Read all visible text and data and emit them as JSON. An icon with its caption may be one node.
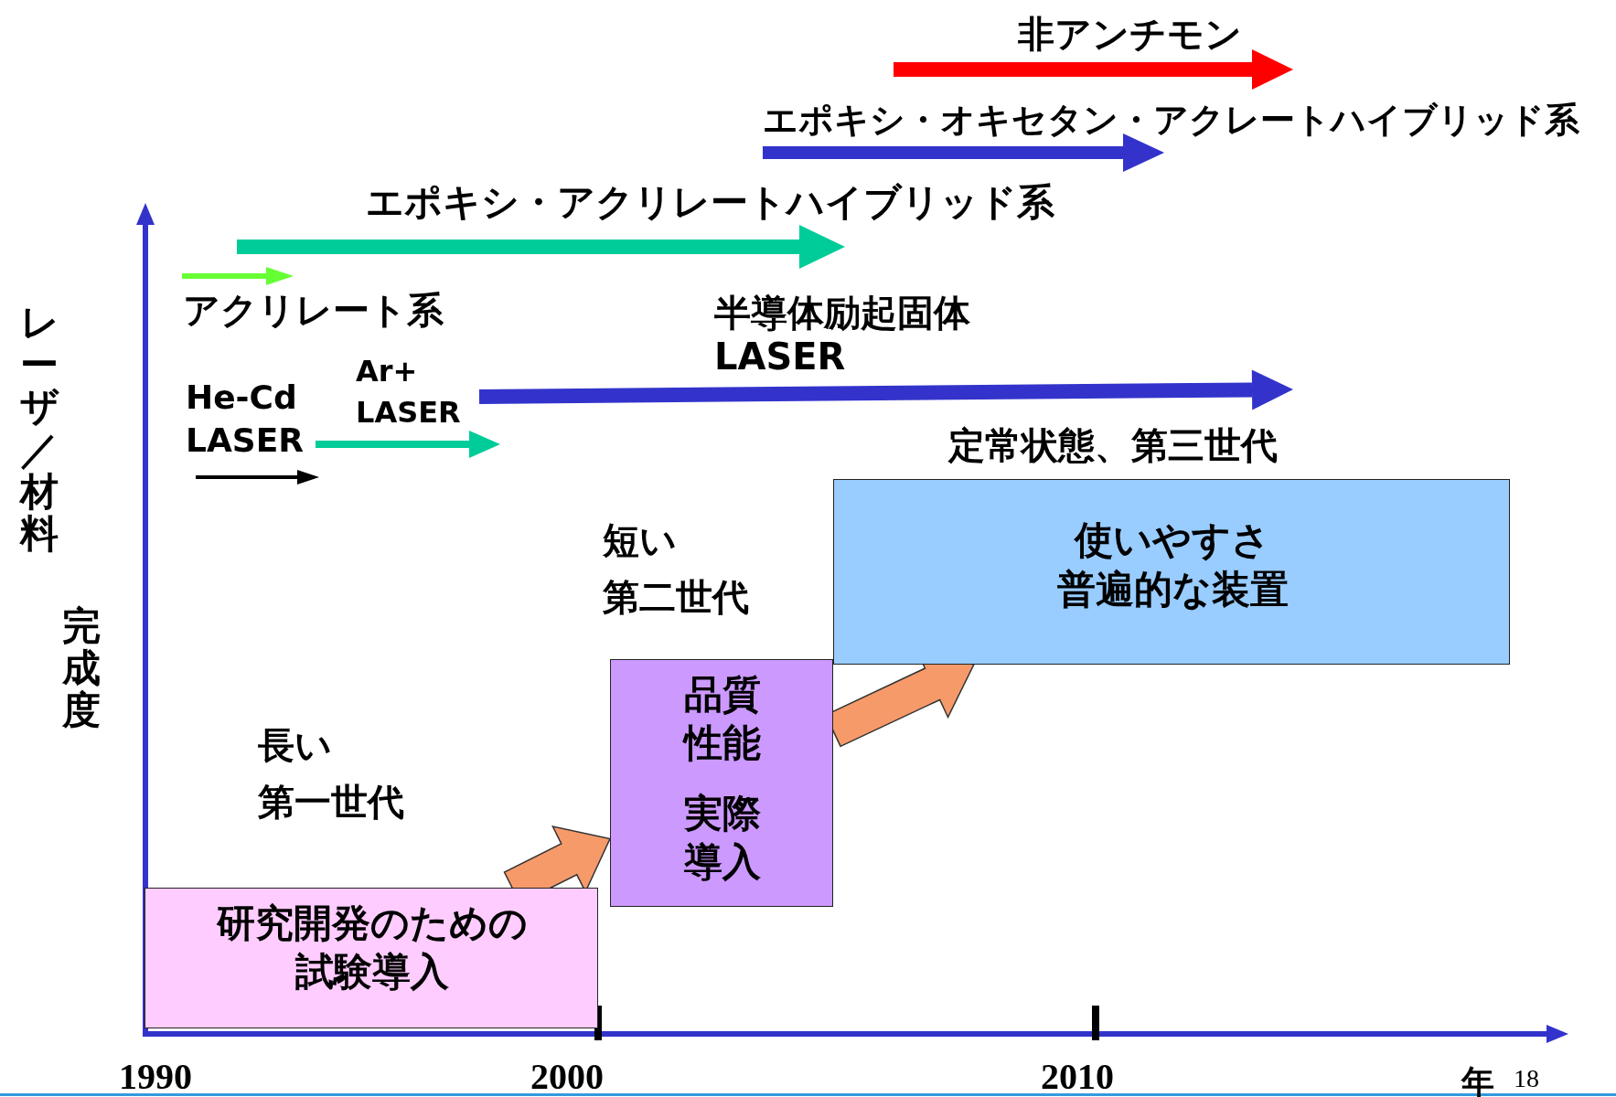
{
  "diagram": {
    "nodes": [
      {
        "text": [
          "研究開発のための試験導入"
        ],
        "beside": [
          "長い",
          "第一世代"
        ]
      },
      {
        "text": [
          "品質性能",
          "実際導入"
        ],
        "beside": [
          "短い",
          "第二世代"
        ]
      },
      {
        "text": [
          "使いやすさ",
          "普遍的な装置"
        ],
        "beside": [
          "定常状態、第三世代"
        ]
      }
    ],
    "edges": [
      {
        "from": 0,
        "to": 1,
        "arrow": "to",
        "style": "thick"
      },
      {
        "from": 1,
        "to": 2,
        "arrow": "to",
        "style": "thick"
      }
    ],
    "labels": [
      "非アンチモン",
      "エポキシ・オキセタン・アクレートハイブリッド系",
      "エポキシ・アクリレートハイブリッド系",
      "アクリレート系",
      "半導体励起固体 LASER",
      "Ar+ LASER",
      "He-Cd LASER",
      "レーザ／材料",
      "完成度",
      "1990",
      "2000",
      "2010",
      "年",
      "18"
    ]
  }
}
